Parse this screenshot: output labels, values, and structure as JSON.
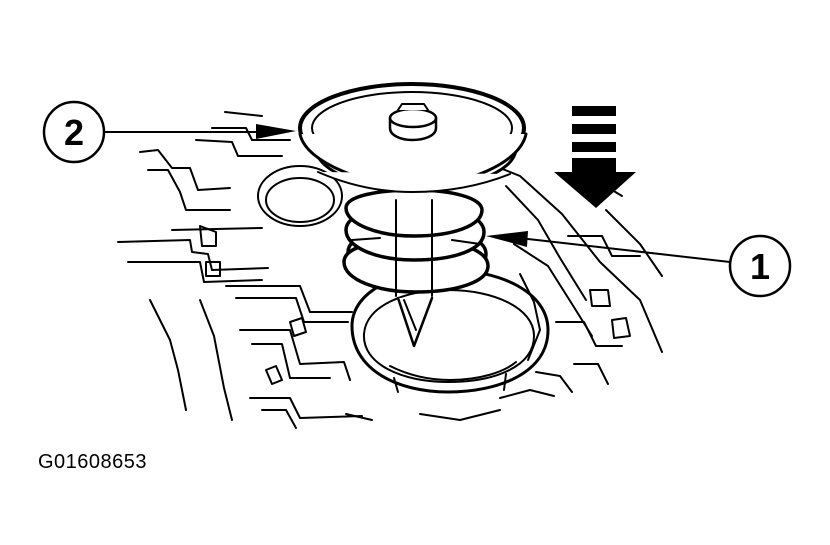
{
  "figure": {
    "figure_id": "G01608653"
  },
  "callouts": [
    {
      "number": "1",
      "points_to": "spring"
    },
    {
      "number": "2",
      "points_to": "spring-retainer-cap"
    }
  ],
  "direction_arrow": {
    "icon": "downward-dashed-arrow-icon",
    "meaning": "press down"
  },
  "colors": {
    "ink": "#000000",
    "paper": "#ffffff"
  }
}
